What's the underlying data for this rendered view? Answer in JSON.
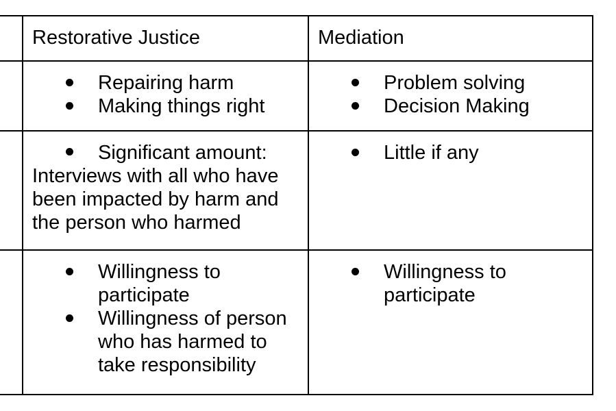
{
  "table": {
    "header": {
      "col0": "",
      "col1": "Restorative Justice",
      "col2": "Mediation"
    },
    "rows": [
      {
        "label": "",
        "rj_items": [
          "Repairing harm",
          "Making things right"
        ],
        "med_items": [
          "Problem solving",
          "Decision Making"
        ]
      },
      {
        "label": "",
        "rj_lead": "Significant amount:",
        "rj_rest": "Interviews with all who have been impacted by harm and the person who harmed",
        "med_items": [
          "Little if any"
        ]
      },
      {
        "label": "",
        "rj_items": [
          "Willingness to participate",
          "Willingness of person who has harmed to take responsibility"
        ],
        "med_items": [
          "Willingness to participate"
        ]
      }
    ]
  }
}
